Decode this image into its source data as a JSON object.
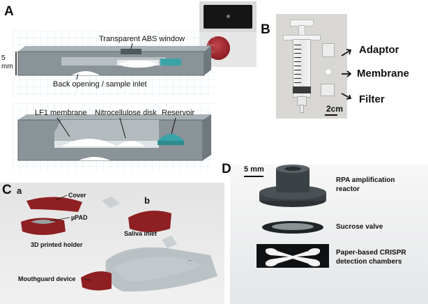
{
  "panelA": {
    "letter": "A",
    "scale_label": "5\nmm",
    "top_section": {
      "window_label": "Transparent ABS window",
      "inlet_label": "Back opening / sample inlet"
    },
    "bottom_section": {
      "membrane_label": "LF1 membrane",
      "disk_label": "Nitrocellulose disk",
      "reservoir_label": "Reservoir"
    }
  },
  "panelB": {
    "letter": "B",
    "adaptor_label": "Adaptor",
    "membrane_label": "Membrane",
    "filter_label": "Filter",
    "scale_label": "2cm"
  },
  "panelC": {
    "letter": "C",
    "sub_a": "a",
    "sub_b": "b",
    "sub_c": "c",
    "cover_label": "Cover",
    "upad_label": "µPAD",
    "holder_label": "3D printed holder",
    "saliva_label": "Saliva inlet",
    "mouthguard_label": "Mouthguard device"
  },
  "panelD": {
    "letter": "D",
    "scale_label": "5 mm",
    "reactor_label": "RPA amplification\nreactor",
    "valve_label": "Sucrose valve",
    "chambers_label": "Paper-based CRISPR\ndetection chambers"
  },
  "colors": {
    "device_gray": "#8a9398",
    "device_dark": "#5d666b",
    "reservoir_teal": "#3aa3a8",
    "holder_red": "#8e1f22",
    "grid_blue": "#cfe7f2"
  }
}
